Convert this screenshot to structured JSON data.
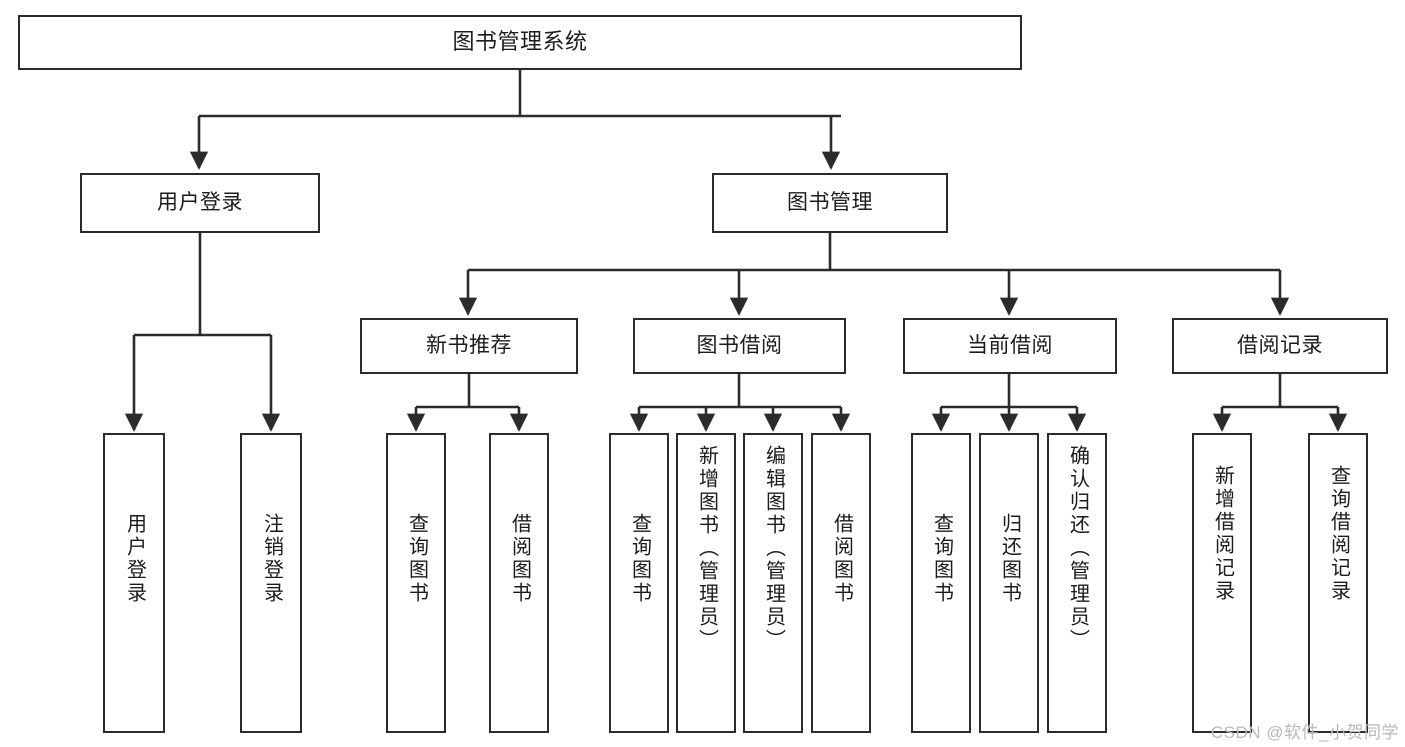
{
  "diagram": {
    "title": "图书管理系统",
    "root": {
      "id": "root",
      "label": "图书管理系统"
    },
    "level2": [
      {
        "id": "user-login",
        "label": "用户登录"
      },
      {
        "id": "book-manage",
        "label": "图书管理"
      }
    ],
    "level3": [
      {
        "id": "new-book-recommend",
        "label": "新书推荐"
      },
      {
        "id": "book-borrow",
        "label": "图书借阅"
      },
      {
        "id": "current-borrow",
        "label": "当前借阅"
      },
      {
        "id": "borrow-record",
        "label": "借阅记录"
      }
    ],
    "leaves": [
      {
        "id": "leaf-user-login",
        "label": "用户登录",
        "parent": "user-login"
      },
      {
        "id": "leaf-logout-login",
        "label": "注销登录",
        "parent": "user-login"
      },
      {
        "id": "leaf-query-book-1",
        "label": "查询图书",
        "parent": "new-book-recommend"
      },
      {
        "id": "leaf-borrow-book-1",
        "label": "借阅图书",
        "parent": "new-book-recommend"
      },
      {
        "id": "leaf-query-book-2",
        "label": "查询图书",
        "parent": "book-borrow"
      },
      {
        "id": "leaf-add-book-admin",
        "label": "新增图书（管理员）",
        "parent": "book-borrow"
      },
      {
        "id": "leaf-edit-book-admin",
        "label": "编辑图书（管理员）",
        "parent": "book-borrow"
      },
      {
        "id": "leaf-borrow-book-2",
        "label": "借阅图书",
        "parent": "book-borrow"
      },
      {
        "id": "leaf-query-book-3",
        "label": "查询图书",
        "parent": "current-borrow"
      },
      {
        "id": "leaf-return-book",
        "label": "归还图书",
        "parent": "current-borrow"
      },
      {
        "id": "leaf-confirm-return-admin",
        "label": "确认归还（管理员）",
        "parent": "current-borrow"
      },
      {
        "id": "leaf-add-borrow-record",
        "label": "新增借阅记录",
        "parent": "borrow-record"
      },
      {
        "id": "leaf-query-borrow-record",
        "label": "查询借阅记录",
        "parent": "borrow-record"
      }
    ],
    "colors": {
      "stroke": "#2b2b2b",
      "fill": "#ffffff",
      "text": "#1c1c1c",
      "watermark": "#b9b9b9"
    }
  },
  "watermark": {
    "text": "CSDN @软件_小贺同学"
  }
}
